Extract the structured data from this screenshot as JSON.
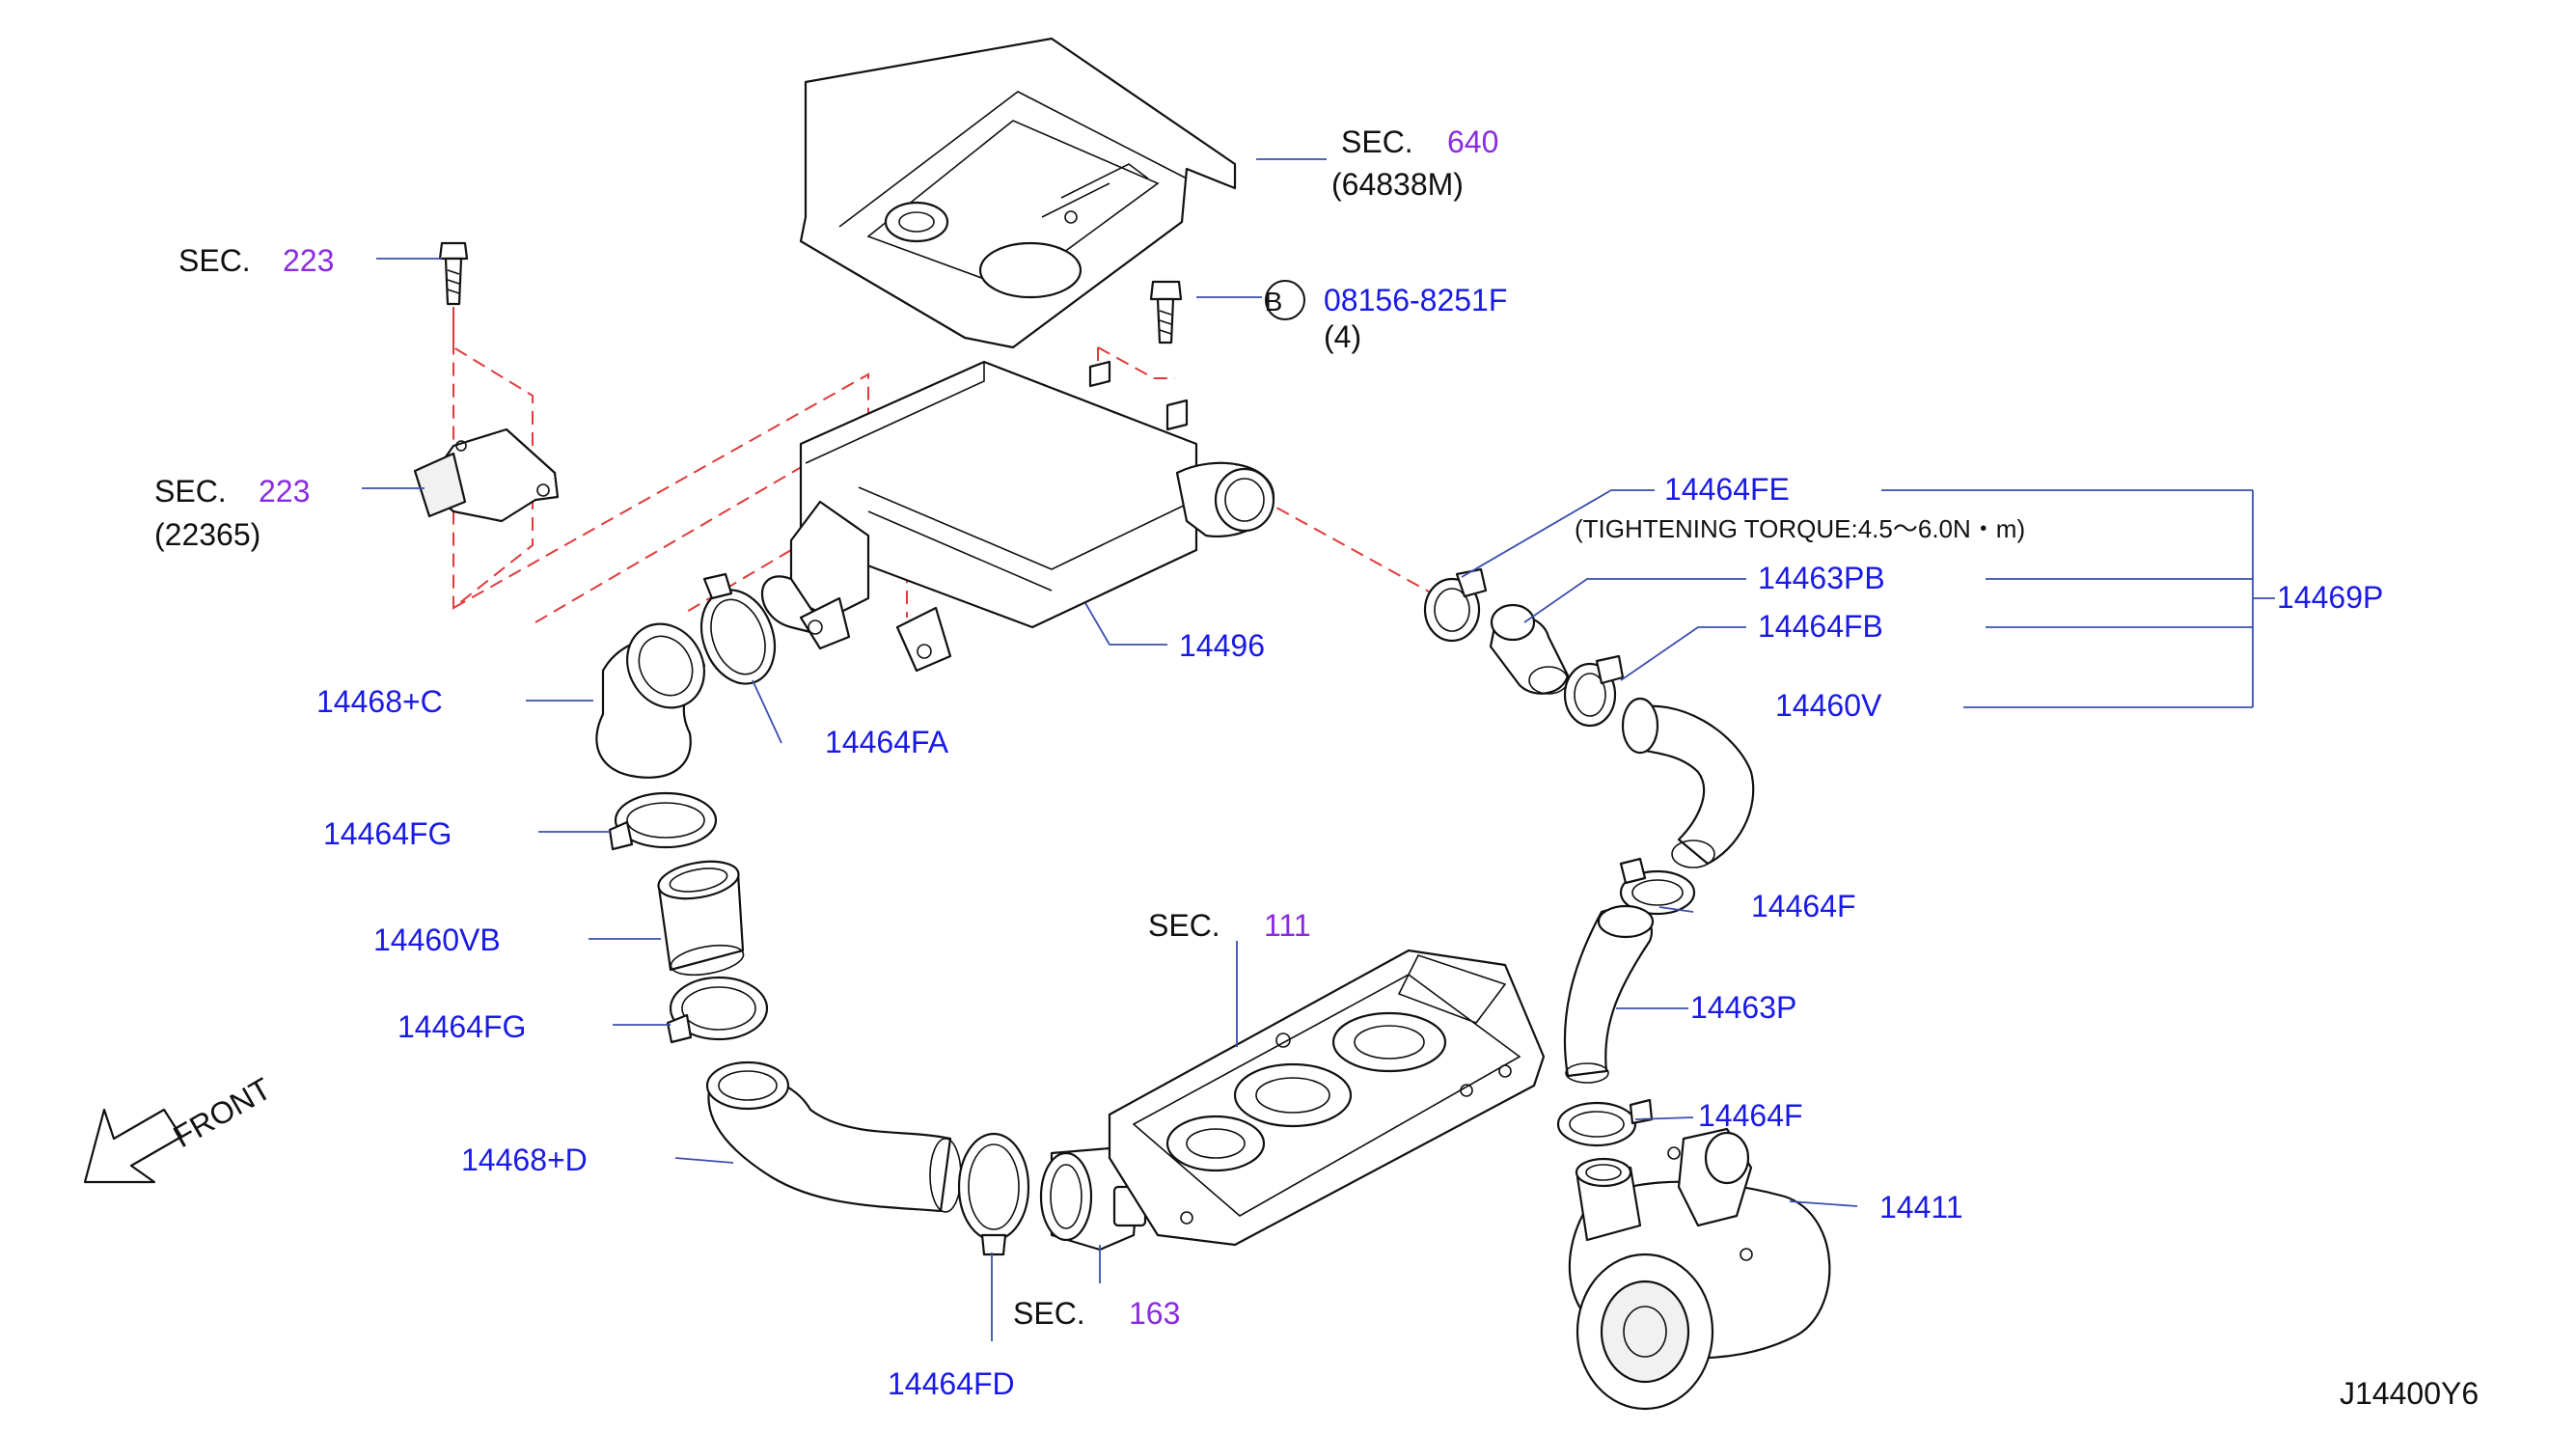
{
  "sec_label": "SEC.",
  "sections": {
    "s640": "640",
    "s640_sub": "(64838M)",
    "s223_bolt": "223",
    "s223_sensor": "223",
    "s223_sub": "(22365)",
    "s111": "111",
    "s163": "163"
  },
  "bolt_ref": {
    "circle_letter": "B",
    "part": "08156-8251F",
    "qty": "(4)"
  },
  "parts": {
    "p14464FE": "14464FE",
    "torque_note": "(TIGHTENING   TORQUE:4.5～6.0N・m)",
    "p14463PB": "14463PB",
    "p14469P": "14469P",
    "p14464FB": "14464FB",
    "p14460V": "14460V",
    "p14496": "14496",
    "p14468C": "14468+C",
    "p14464FA": "14464FA",
    "p14464FG_1": "14464FG",
    "p14460VB": "14460VB",
    "p14464FG_2": "14464FG",
    "p14468D": "14468+D",
    "p14464FD": "14464FD",
    "p14464F_1": "14464F",
    "p14463P": "14463P",
    "p14464F_2": "14464F",
    "p14411": "14411"
  },
  "front_label": "FRONT",
  "diagram_code": "J14400Y6"
}
